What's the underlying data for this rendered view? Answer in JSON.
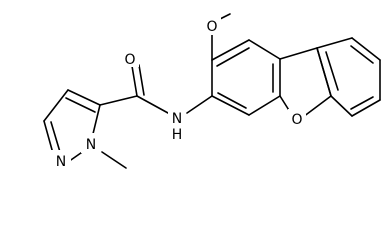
{
  "molecule": {
    "atoms": {
      "o_methoxy": "O",
      "o_carbonyl": "O",
      "nh": "N",
      "nh_h": "H",
      "n_ring_methyl": "N",
      "n_ring_double": "N",
      "o_furan": "O"
    }
  }
}
